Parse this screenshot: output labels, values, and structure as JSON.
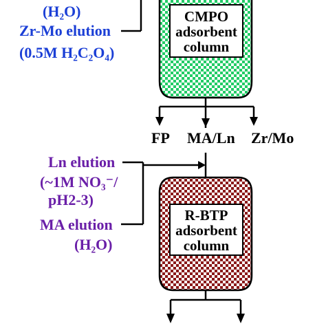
{
  "top_labels": {
    "water_line": "(H₂O)",
    "zrmo_elution": "Zr-Mo elution",
    "oxalate": "(0.5M H₂C₂O₄)"
  },
  "cmpo_column": {
    "line1": "CMPO",
    "line2": "adsorbent",
    "line3": "column",
    "fill_color": "#22cc66"
  },
  "fractions": [
    "FP",
    "MA/Ln",
    "Zr/Mo"
  ],
  "bottom_labels": {
    "ln_elution": "Ln elution",
    "nitrate": "(~1M NO₃⁻/",
    "ph": "pH2-3)",
    "ma_elution": "MA elution",
    "water": "(H₂O)"
  },
  "rbtp_column": {
    "line1": "R-BTP",
    "line2": "adsorbent",
    "line3": "column",
    "fill_color": "#8b1a1a"
  },
  "colors": {
    "blue_text": "#1b3fd6",
    "purple_text": "#6a1fa8"
  }
}
